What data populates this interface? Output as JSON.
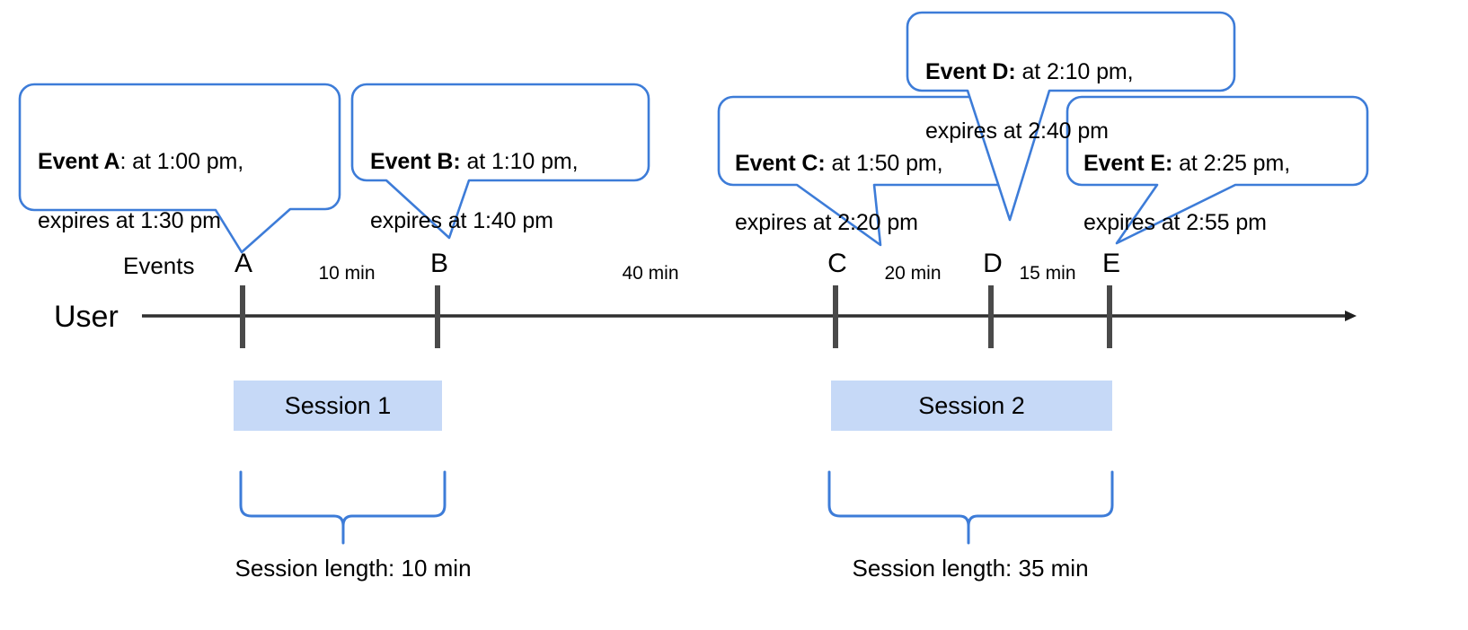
{
  "diagram": {
    "title": "Session windows from expiring events on a user timeline",
    "accent_color": "#3d7cd8",
    "session_fill": "#c6d9f7",
    "axis_color": "#3b3b3b"
  },
  "lane": {
    "user_label": "User",
    "events_label": "Events"
  },
  "events": [
    {
      "letter": "A",
      "label_prefix": "Event A",
      "label_separator": ":",
      "line1": " at 1:00 pm,",
      "line2": "expires at 1:30 pm",
      "time": "1:00 pm",
      "expires": "1:30 pm"
    },
    {
      "letter": "B",
      "label_prefix": "Event B",
      "label_separator": ":",
      "line1": " at 1:10 pm,",
      "line2": "expires at 1:40 pm",
      "time": "1:10 pm",
      "expires": "1:40 pm"
    },
    {
      "letter": "C",
      "label_prefix": "Event C",
      "label_separator": ":",
      "line1": " at 1:50 pm,",
      "line2": "expires at 2:20 pm",
      "time": "1:50 pm",
      "expires": "2:20 pm"
    },
    {
      "letter": "D",
      "label_prefix": "Event D",
      "label_separator": ":",
      "line1": " at 2:10 pm,",
      "line2": "expires at 2:40 pm",
      "time": "2:10 pm",
      "expires": "2:40 pm"
    },
    {
      "letter": "E",
      "label_prefix": "Event E",
      "label_separator": ":",
      "line1": " at 2:25 pm,",
      "line2": "expires at 2:55 pm",
      "time": "2:25 pm",
      "expires": "2:55 pm"
    }
  ],
  "gaps": [
    {
      "label": "10 min",
      "between": "A-B"
    },
    {
      "label": "40 min",
      "between": "B-C"
    },
    {
      "label": "20 min",
      "between": "C-D"
    },
    {
      "label": "15 min",
      "between": "D-E"
    }
  ],
  "sessions": [
    {
      "name": "Session 1",
      "length_caption": "Session length: 10 min",
      "length": "10 min"
    },
    {
      "name": "Session 2",
      "length_caption": "Session length: 35 min",
      "length": "35 min"
    }
  ]
}
